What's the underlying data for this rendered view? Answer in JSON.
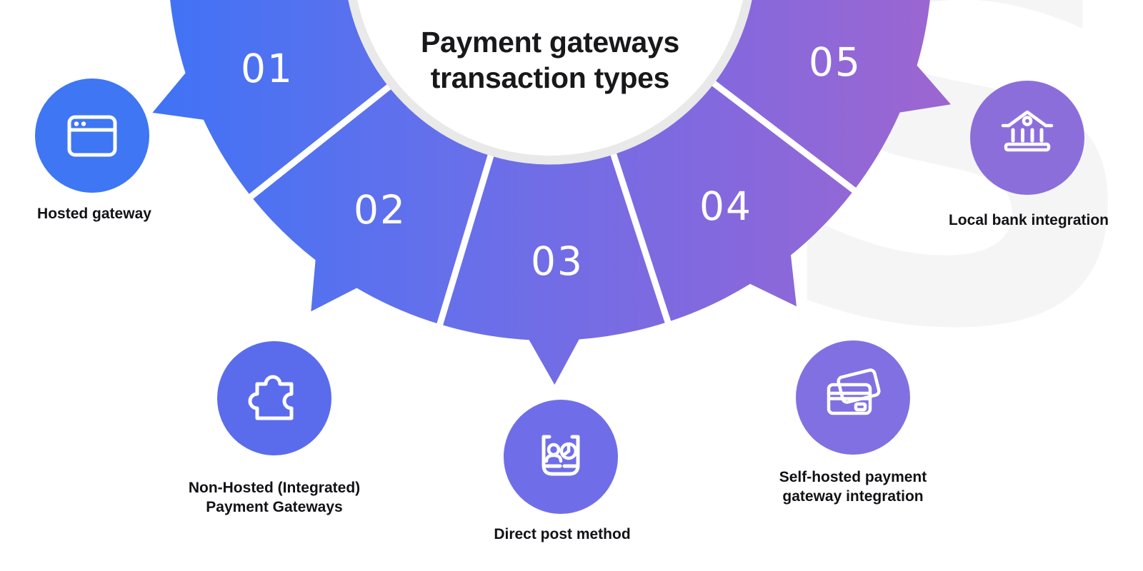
{
  "title": {
    "line1": "Payment gateways",
    "line2": "transaction types"
  },
  "watermark_letter": "S",
  "segments": [
    {
      "number": "01",
      "label_lines": [
        "Hosted gateway"
      ],
      "icon": "browser-window-icon",
      "circle_color": "#3e76f3"
    },
    {
      "number": "02",
      "label_lines": [
        "Non-Hosted (Integrated)",
        "Payment Gateways"
      ],
      "icon": "puzzle-piece-icon",
      "circle_color": "#5a6cec"
    },
    {
      "number": "03",
      "label_lines": [
        "Direct post method"
      ],
      "icon": "id-card-chart-icon",
      "circle_color": "#6f6ee8"
    },
    {
      "number": "04",
      "label_lines": [
        "Self-hosted payment",
        "gateway integration"
      ],
      "icon": "credit-cards-icon",
      "circle_color": "#8170e2"
    },
    {
      "number": "05",
      "label_lines": [
        "Local bank integration"
      ],
      "icon": "bank-icon",
      "circle_color": "#8c6edb"
    }
  ],
  "colors": {
    "background": "#ffffff",
    "fan_gradient_start": "#3f73f5",
    "fan_gradient_mid1": "#6470eb",
    "fan_gradient_mid2": "#8169df",
    "fan_gradient_end": "#9d66d0",
    "separator": "#ffffff",
    "inner_ring": "#e9e9e9",
    "inner_circle": "#ffffff",
    "number_text": "#ffffff",
    "title_text": "#18181b",
    "label_text": "#121216",
    "watermark": "#f5f5f5"
  }
}
